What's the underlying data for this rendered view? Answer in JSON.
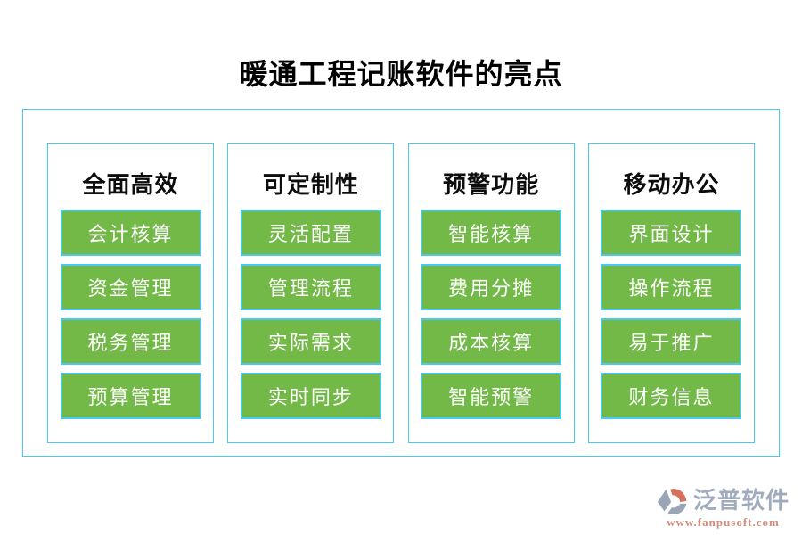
{
  "title": "暖通工程记账软件的亮点",
  "columns": [
    {
      "header": "全面高效",
      "items": [
        "会计核算",
        "资金管理",
        "税务管理",
        "预算管理"
      ]
    },
    {
      "header": "可定制性",
      "items": [
        "灵活配置",
        "管理流程",
        "实际需求",
        "实时同步"
      ]
    },
    {
      "header": "预警功能",
      "items": [
        "智能核算",
        "费用分摊",
        "成本核算",
        "智能预警"
      ]
    },
    {
      "header": "移动办公",
      "items": [
        "界面设计",
        "操作流程",
        "易于推广",
        "财务信息"
      ]
    }
  ],
  "footer": {
    "brand": "泛普软件",
    "url": "www.fanpusoft.com",
    "logo_icon": "fanpu-logo-icon"
  },
  "colors": {
    "button_green": "#73B947",
    "border_cyan": "#4BC8EF",
    "button_text": "#FFFFFF",
    "title_color": "#000000",
    "brand_color": "#A0ABBE",
    "url_color": "#D58B7B"
  }
}
